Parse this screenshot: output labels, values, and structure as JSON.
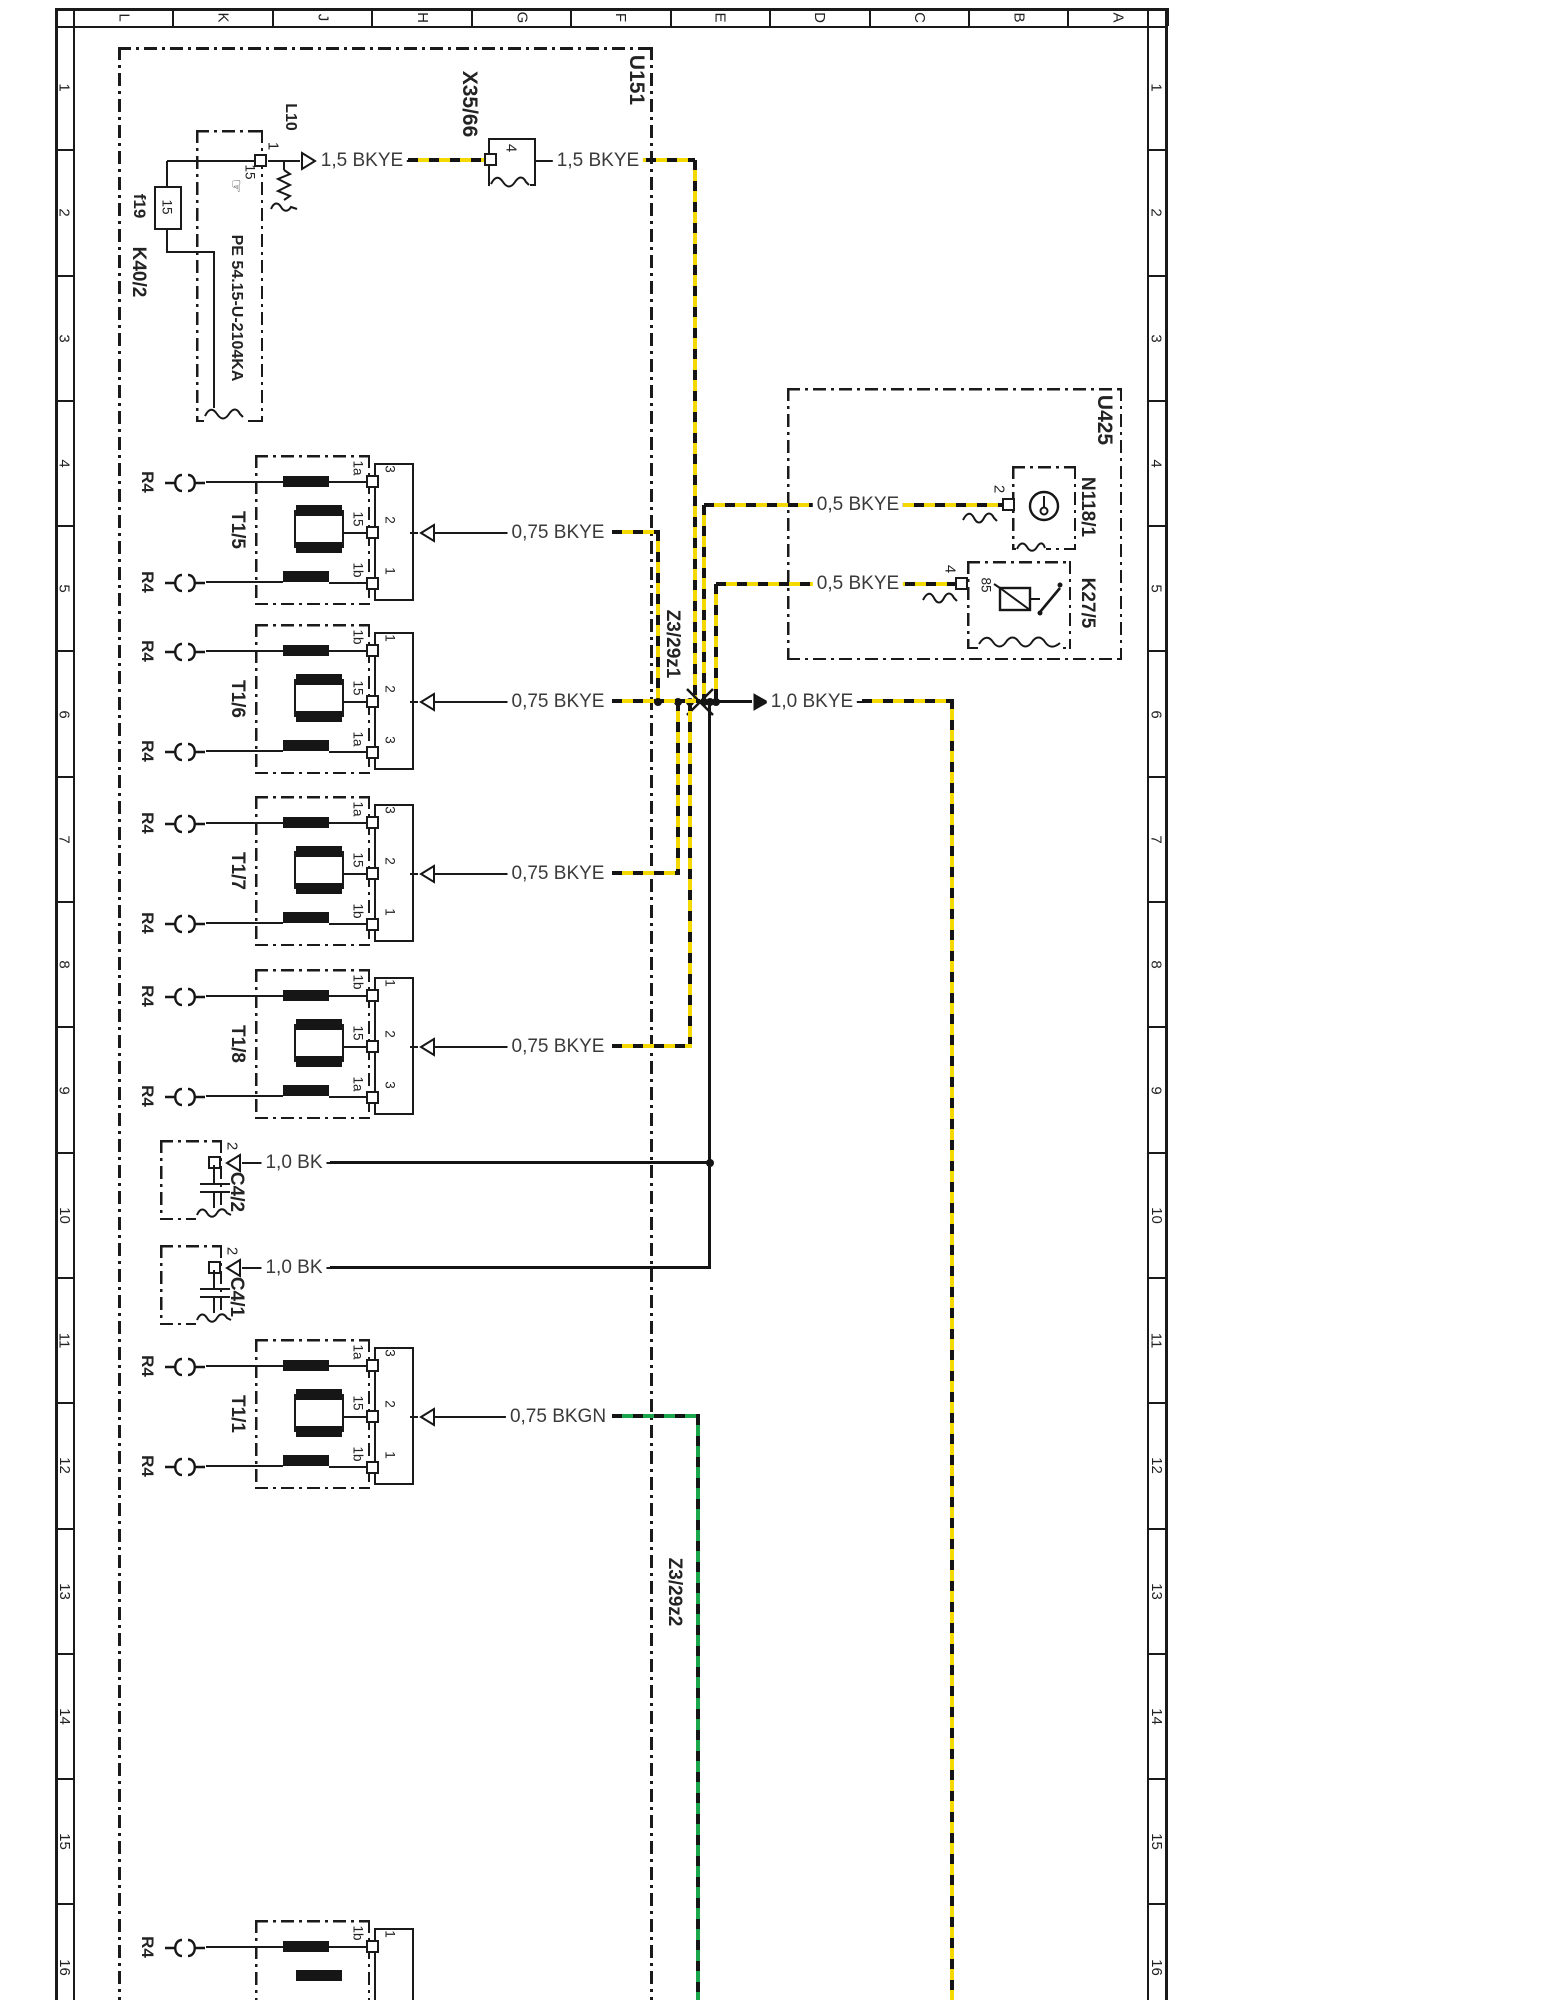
{
  "sheet": {
    "columns": [
      "L",
      "K",
      "J",
      "H",
      "G",
      "F",
      "E",
      "D",
      "C",
      "B",
      "A"
    ],
    "rows": [
      "1",
      "2",
      "3",
      "4",
      "5",
      "6",
      "7",
      "8",
      "9",
      "10",
      "11",
      "12",
      "13",
      "14",
      "15",
      "16"
    ]
  },
  "modules": {
    "u151": "U151",
    "u425": "U425"
  },
  "k40": {
    "label": "K40/2",
    "pin": "1",
    "terminal": "15",
    "fuse_name": "f19",
    "fuse_value": "15",
    "inductor": "L10",
    "ref_icon": "☞",
    "ref": "PE 54.15-U-2104KA"
  },
  "x35": {
    "label": "X35/66",
    "pin": "4"
  },
  "n118": {
    "label": "N118/1",
    "pin": "2"
  },
  "k27": {
    "label": "K27/5",
    "pin": "4",
    "terminal": "85"
  },
  "c4_2": {
    "label": "C4/2",
    "pin": "2",
    "wire": "1,0 BK"
  },
  "c4_1": {
    "label": "C4/1",
    "pin": "2",
    "wire": "1,0 BK"
  },
  "splices": {
    "z1": "Z3/29z1",
    "z2": "Z3/29z2"
  },
  "wires": {
    "w15a": "1,5 BKYE",
    "w15b": "1,5 BKYE",
    "w05a": "0,5 BKYE",
    "w05b": "0,5 BKYE",
    "w10": "1,0 BKYE"
  },
  "coils": [
    {
      "label": "T1/5",
      "r4a": "R4",
      "r4b": "R4",
      "pins": [
        "3",
        "2",
        "1"
      ],
      "terms": [
        "1a",
        "15",
        "1b"
      ],
      "wire": "0,75 BKYE"
    },
    {
      "label": "T1/6",
      "r4a": "R4",
      "r4b": "R4",
      "pins": [
        "1",
        "2",
        "3"
      ],
      "terms": [
        "1b",
        "15",
        "1a"
      ],
      "wire": "0,75 BKYE"
    },
    {
      "label": "T1/7",
      "r4a": "R4",
      "r4b": "R4",
      "pins": [
        "3",
        "2",
        "1"
      ],
      "terms": [
        "1a",
        "15",
        "1b"
      ],
      "wire": "0,75 BKYE"
    },
    {
      "label": "T1/8",
      "r4a": "R4",
      "r4b": "R4",
      "pins": [
        "1",
        "2",
        "3"
      ],
      "terms": [
        "1b",
        "15",
        "1a"
      ],
      "wire": "0,75 BKYE"
    },
    {
      "label": "T1/1",
      "r4a": "R4",
      "r4b": "R4",
      "pins": [
        "3",
        "2",
        "1"
      ],
      "terms": [
        "1a",
        "15",
        "1b"
      ],
      "wire": "0,75 BKGN"
    },
    {
      "label": "",
      "r4a": "R4",
      "pins": [
        "1"
      ],
      "terms": [
        "1b"
      ]
    }
  ]
}
